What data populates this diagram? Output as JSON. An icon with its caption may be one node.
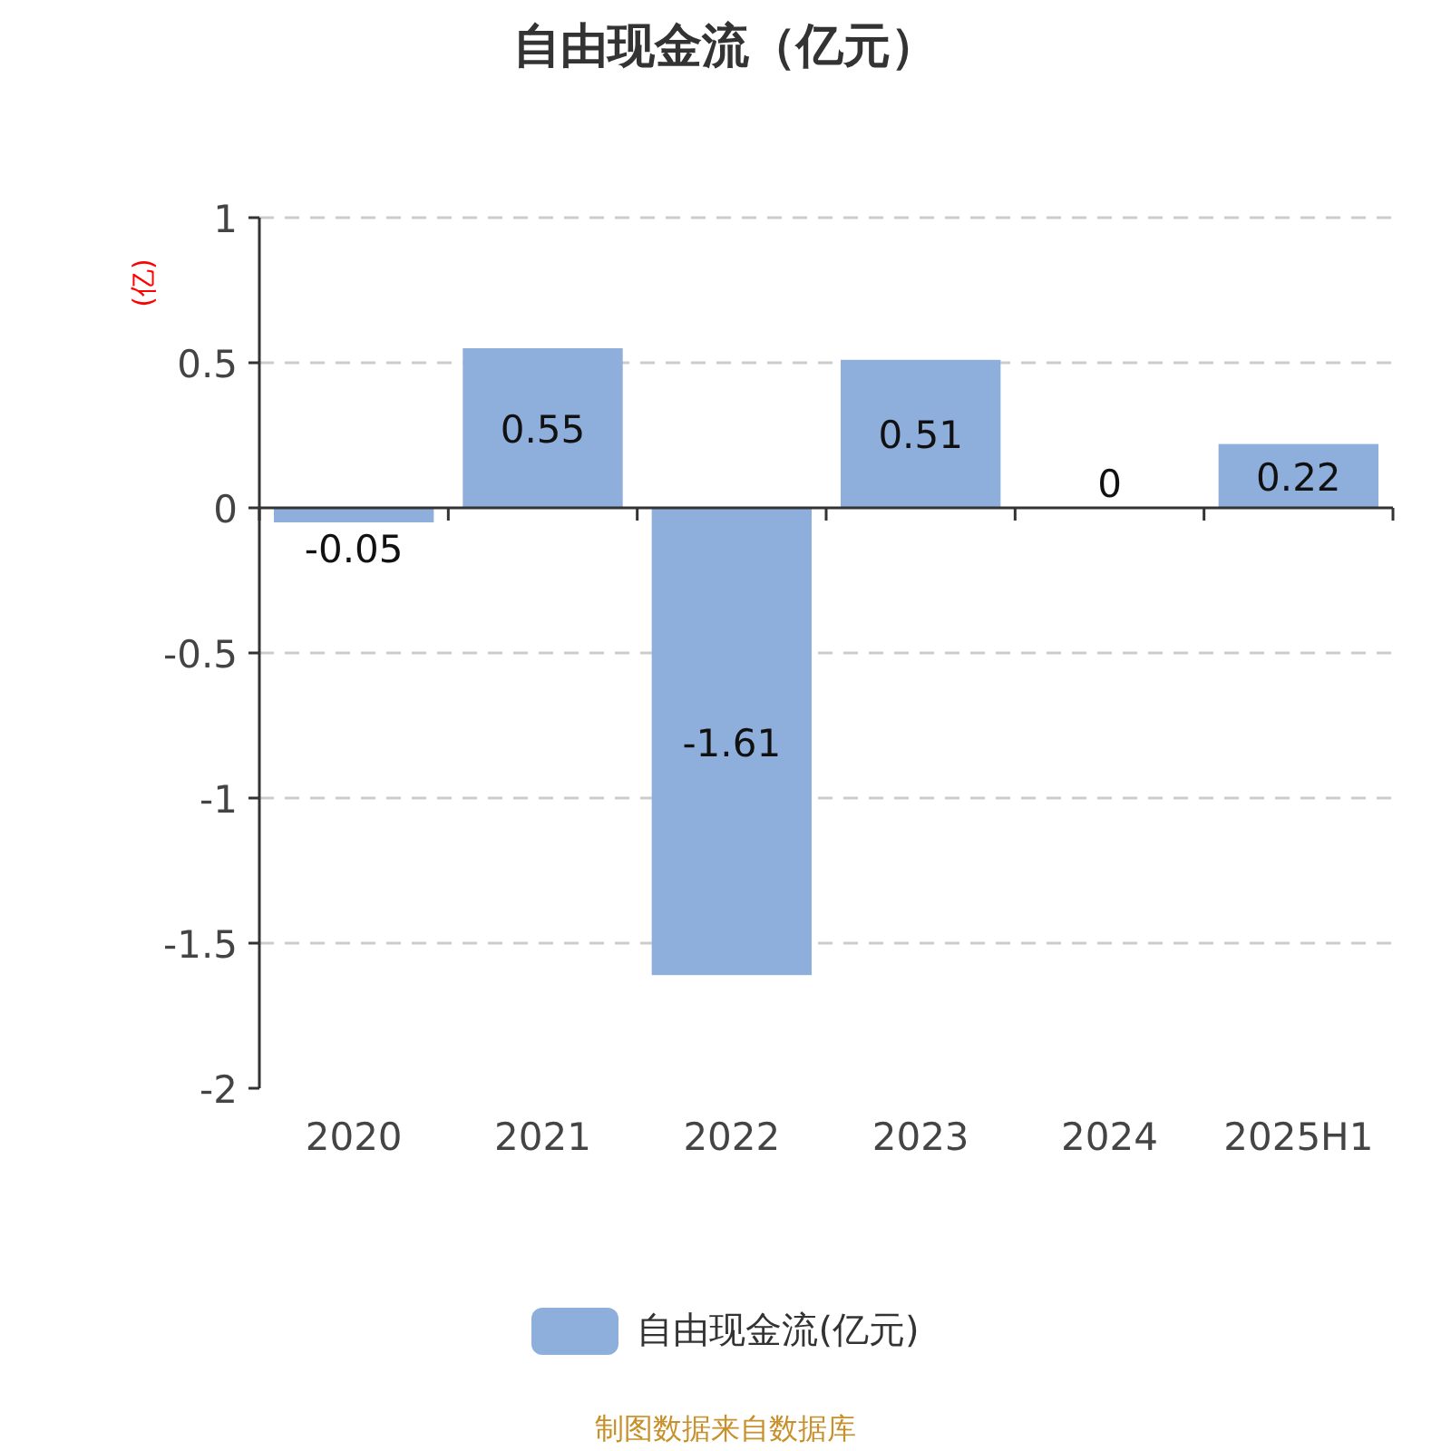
{
  "diagram": {
    "title": "自由现金流（亿元）",
    "caption": "制图数据来自数据库",
    "legend": [
      {
        "text": "自由现金流(亿元)",
        "color": "#8eaedb"
      }
    ],
    "chart_data": {
      "type": "bar",
      "ylabel": "(亿)",
      "categories": [
        "2020",
        "2021",
        "2022",
        "2023",
        "2024",
        "2025H1"
      ],
      "series": [
        {
          "color": "#8eaedb",
          "values": [
            -0.05,
            0.55,
            -1.61,
            0.51,
            0,
            0.22
          ]
        }
      ],
      "ylim": [
        -2,
        1
      ],
      "yticks": [
        -2,
        -1.5,
        -1,
        -0.5,
        0,
        0.5,
        1
      ],
      "data_labels": true,
      "grid": true
    }
  }
}
